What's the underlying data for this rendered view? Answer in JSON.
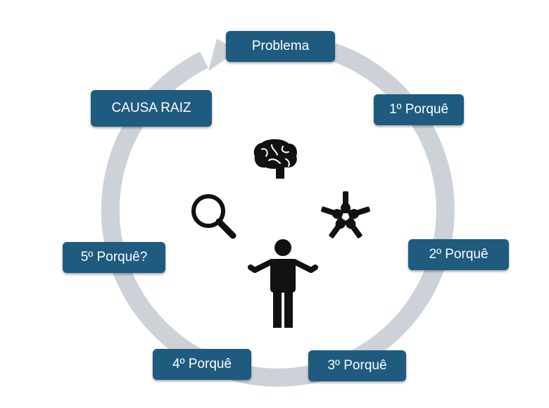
{
  "cycle": {
    "nodes": [
      {
        "id": "problem",
        "label": "Problema"
      },
      {
        "id": "why-1",
        "label": "1º Porquê"
      },
      {
        "id": "why-2",
        "label": "2º Porquê"
      },
      {
        "id": "why-3",
        "label": "3º Porquê"
      },
      {
        "id": "why-4",
        "label": "4º Porquê"
      },
      {
        "id": "why-5",
        "label": "5º Porquê?"
      },
      {
        "id": "root-cause",
        "label": "CAUSA RAIZ"
      }
    ]
  },
  "icons": [
    "brain-icon",
    "magnifier-icon",
    "teamwork-hands-icon",
    "person-shrug-icon"
  ],
  "colors": {
    "box": "#1f5a7f",
    "ring": "#cdd2d8",
    "icon": "#000000",
    "text": "#ffffff"
  }
}
